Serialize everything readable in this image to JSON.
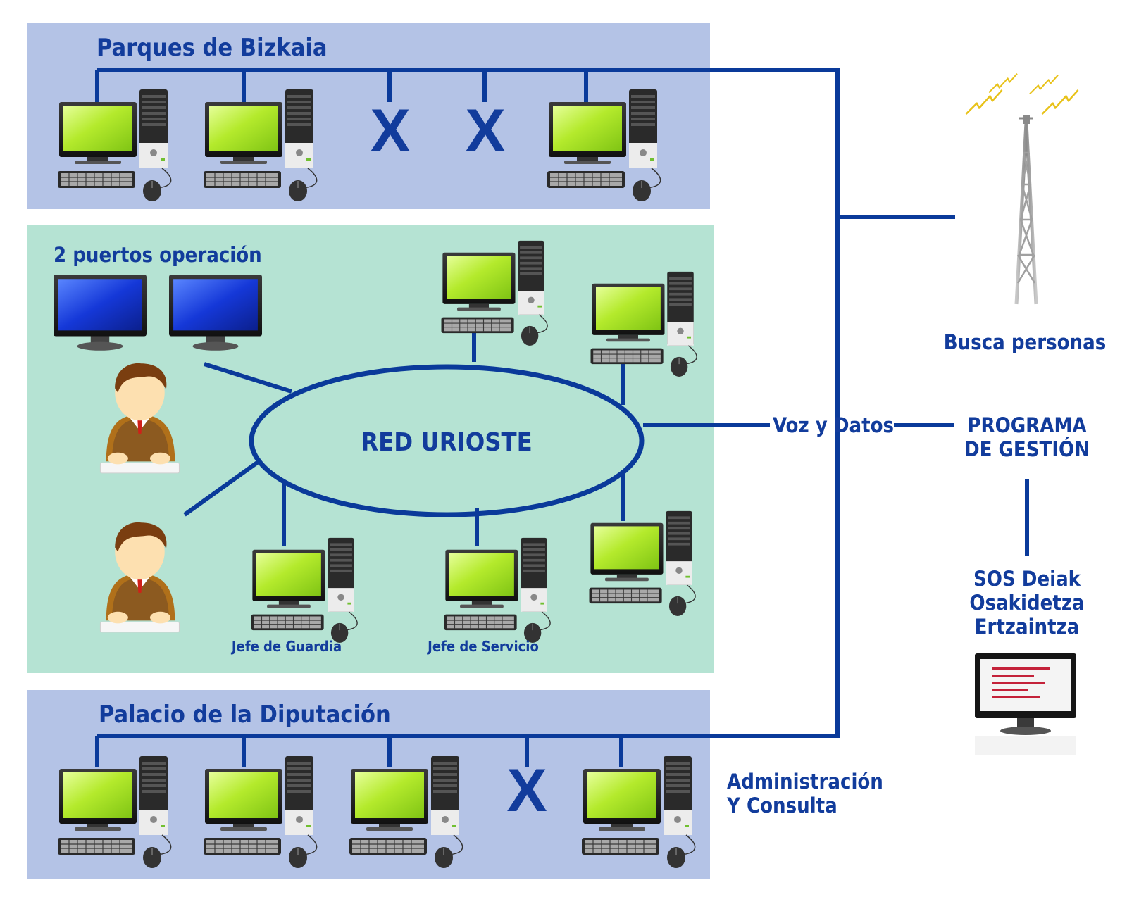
{
  "colors": {
    "line": "#0a3a9a",
    "text": "#123c9c",
    "zone_top": "#b4c3e6",
    "zone_mid": "#b5e3d3",
    "zone_bottom": "#b4c3e6",
    "screen_green": "#a8e024",
    "screen_blue": "#1438d8",
    "tower": "#9a9a9a",
    "spark": "#e8c21a"
  },
  "icons": {
    "workstation": "desktop-computer-icon",
    "offline": "x-mark-icon",
    "operator": "operator-person-icon",
    "monitor": "blue-monitor-icon",
    "antenna": "radio-tower-icon",
    "external_screen": "document-monitor-icon"
  },
  "zones": {
    "parques": {
      "title": "Parques de Bizkaia",
      "workstations": 3,
      "offline_ports": 2
    },
    "urioste": {
      "title": "2 puertos operación",
      "network": "RED URIOSTE",
      "jefe_guardia": "Jefe de Guardia",
      "jefe_servicio": "Jefe de Servicio"
    },
    "palacio": {
      "title": "Palacio de la Diputación",
      "workstations": 4,
      "offline_ports": 1
    }
  },
  "side": {
    "busca": "Busca personas",
    "voz": "Voz y Datos",
    "programa": [
      "PROGRAMA",
      "DE GESTIÓN"
    ],
    "sos": [
      "SOS Deiak",
      "Osakidetza",
      "Ertzaintza"
    ],
    "admin": [
      "Administración",
      "Y Consulta"
    ],
    "x_label": "X"
  }
}
